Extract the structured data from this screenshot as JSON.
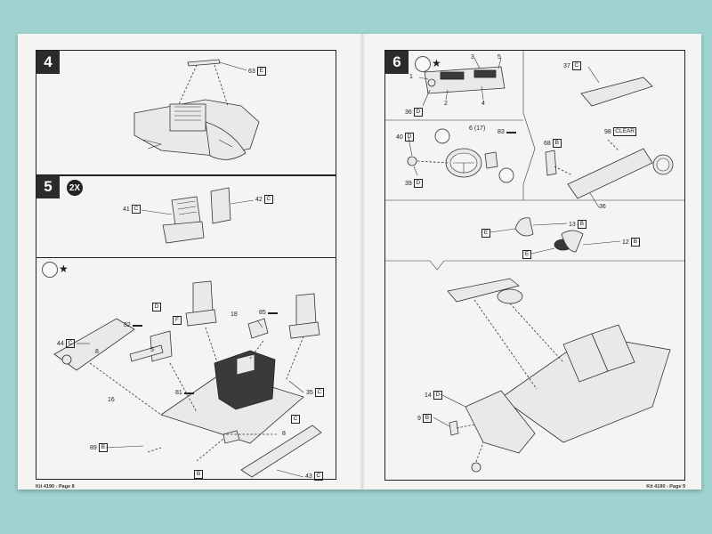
{
  "left_page": {
    "footer": "Kit 4190 - Page 8",
    "step4": {
      "number": "4",
      "labels": [
        {
          "num": "63",
          "code": "E"
        }
      ]
    },
    "step5": {
      "number": "5",
      "multiplier": "2X",
      "labels": [
        {
          "num": "41",
          "code": "C"
        },
        {
          "num": "42",
          "code": "C"
        }
      ]
    },
    "step5b": {
      "star": "★",
      "labels": [
        {
          "num": "44",
          "code": "C"
        },
        {
          "num": "8",
          "code": ""
        },
        {
          "num": "16",
          "code": ""
        },
        {
          "num": "82",
          "code": ""
        },
        {
          "num": "5",
          "code": ""
        },
        {
          "num": "D",
          "code": ""
        },
        {
          "num": "F",
          "code": ""
        },
        {
          "num": "81",
          "code": ""
        },
        {
          "num": "18",
          "code": ""
        },
        {
          "num": "85",
          "code": ""
        },
        {
          "num": "35",
          "code": "C"
        },
        {
          "num": "C",
          "code": ""
        },
        {
          "num": "8",
          "code": ""
        },
        {
          "num": "89",
          "code": "B"
        },
        {
          "num": "B",
          "code": ""
        },
        {
          "num": "43",
          "code": "C"
        }
      ]
    }
  },
  "right_page": {
    "footer": "Kit 4190 - Page 9",
    "step6": {
      "number": "6",
      "star": "★",
      "labels": [
        {
          "num": "3",
          "code": ""
        },
        {
          "num": "5",
          "code": ""
        },
        {
          "num": "1",
          "code": ""
        },
        {
          "num": "2",
          "code": ""
        },
        {
          "num": "4",
          "code": ""
        },
        {
          "num": "36",
          "code": "D"
        },
        {
          "num": "37",
          "code": "C"
        },
        {
          "num": "68",
          "code": "B"
        },
        {
          "num": "98",
          "code": "CLEAR"
        },
        {
          "num": "36",
          "code": ""
        },
        {
          "num": "40",
          "code": "D"
        },
        {
          "num": "6 (17)",
          "code": ""
        },
        {
          "num": "83",
          "code": ""
        },
        {
          "num": "39",
          "code": "D"
        },
        {
          "num": "13",
          "code": "B"
        },
        {
          "num": "E",
          "code": ""
        },
        {
          "num": "12",
          "code": "B"
        },
        {
          "num": "E",
          "code": ""
        },
        {
          "num": "14",
          "code": "D"
        },
        {
          "num": "9",
          "code": "B"
        }
      ]
    }
  }
}
